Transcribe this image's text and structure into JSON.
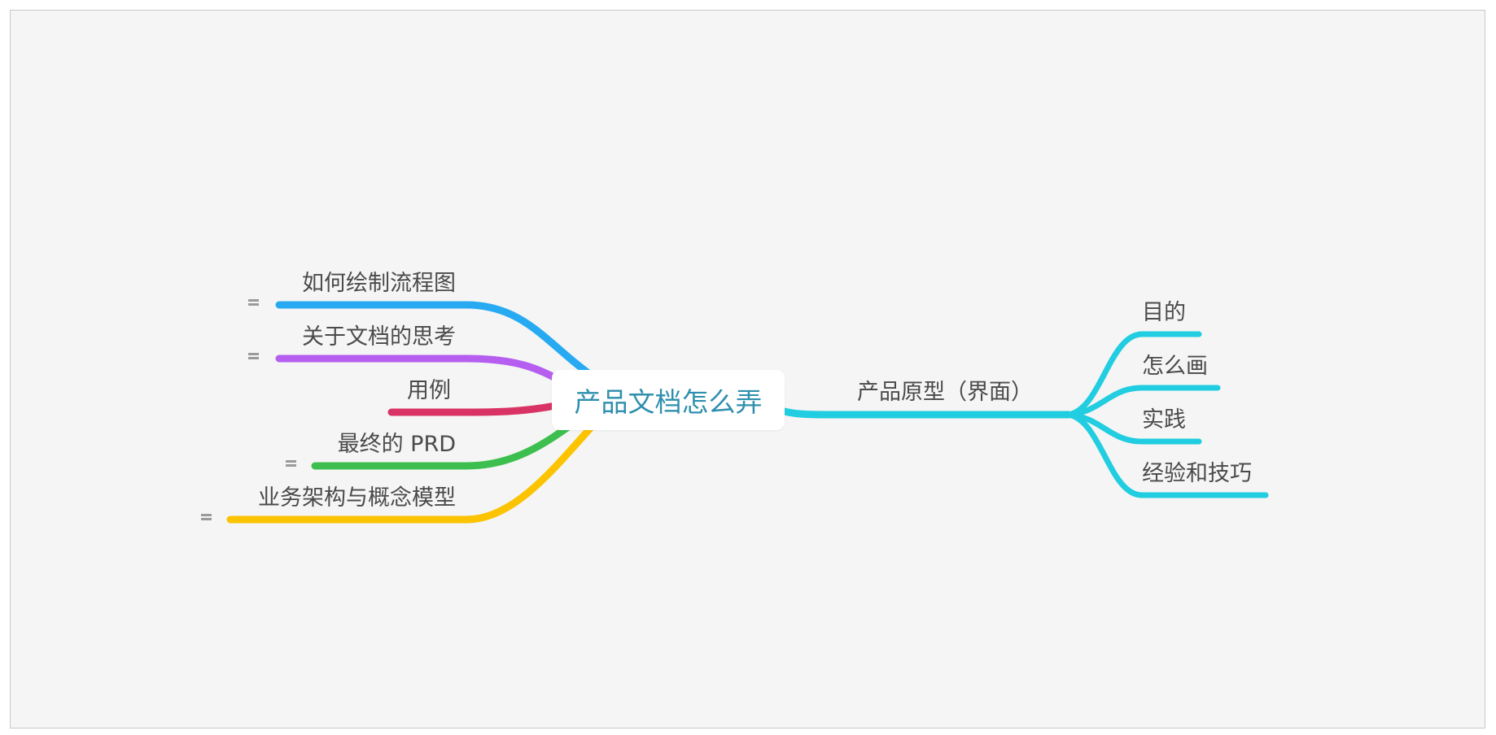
{
  "root": {
    "label": "产品文档怎么弄"
  },
  "left_branches": [
    {
      "label": "如何绘制流程图",
      "color": "#27aaf1",
      "collapsed": true
    },
    {
      "label": "关于文档的思考",
      "color": "#b55ef0",
      "collapsed": true
    },
    {
      "label": "用例",
      "color": "#d93366",
      "collapsed": false
    },
    {
      "label": "最终的 PRD",
      "color": "#3cbf4e",
      "collapsed": true
    },
    {
      "label": "业务架构与概念模型",
      "color": "#fcc300",
      "collapsed": true
    }
  ],
  "right_branch": {
    "label": "产品原型（界面）",
    "color": "#21cde0",
    "children": [
      {
        "label": "目的"
      },
      {
        "label": "怎么画"
      },
      {
        "label": "实践"
      },
      {
        "label": "经验和技巧"
      }
    ]
  },
  "icons": {
    "collapse": "collapse-lines-icon"
  }
}
